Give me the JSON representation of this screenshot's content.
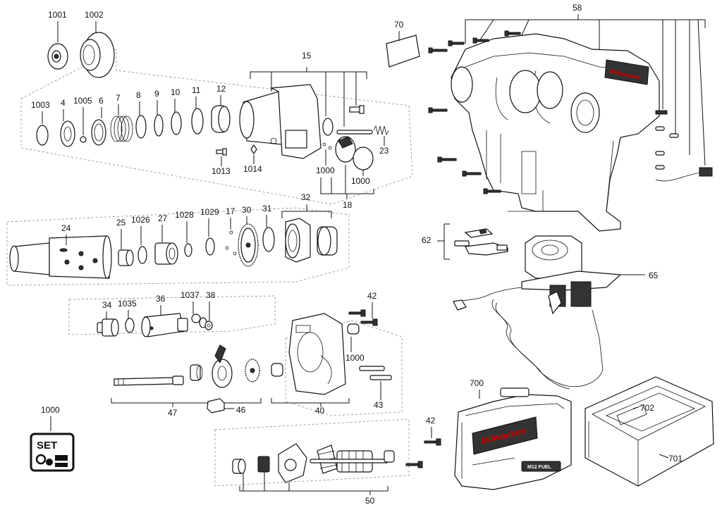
{
  "labels": {
    "l1001": "1001",
    "l1002": "1002",
    "l1003": "1003",
    "l4": "4",
    "l1005": "1005",
    "l6": "6",
    "l7": "7",
    "l8": "8",
    "l9": "9",
    "l10": "10",
    "l11": "11",
    "l12": "12",
    "l15": "15",
    "l70": "70",
    "l58": "58",
    "l23": "23",
    "l1013": "1013",
    "l1014": "1014",
    "l1000a": "1000",
    "l1000b": "1000",
    "l18": "18",
    "l32": "32",
    "l24": "24",
    "l25": "25",
    "l1026": "1026",
    "l27": "27",
    "l1028": "1028",
    "l1029": "1029",
    "l17": "17",
    "l30": "30",
    "l31": "31",
    "l62": "62",
    "l65": "65",
    "l34": "34",
    "l1035": "1035",
    "l36": "36",
    "l1037": "1037",
    "l38": "38",
    "l42a": "42",
    "l1000c": "1000",
    "l47": "47",
    "l46": "46",
    "l40": "40",
    "l43": "43",
    "l1000d": "1000",
    "l700": "700",
    "l702": "702",
    "l701": "701",
    "l42b": "42",
    "l50": "50"
  },
  "set_badge": {
    "text": "SET"
  },
  "case_logo": {
    "brand": "Milwaukee",
    "sub": "M12 FUEL"
  },
  "tool_logo": {
    "brand": "Milwaukee"
  },
  "colors": {
    "ink": "#111111",
    "dashed_box": "#888888",
    "logo": "#cc0000"
  }
}
